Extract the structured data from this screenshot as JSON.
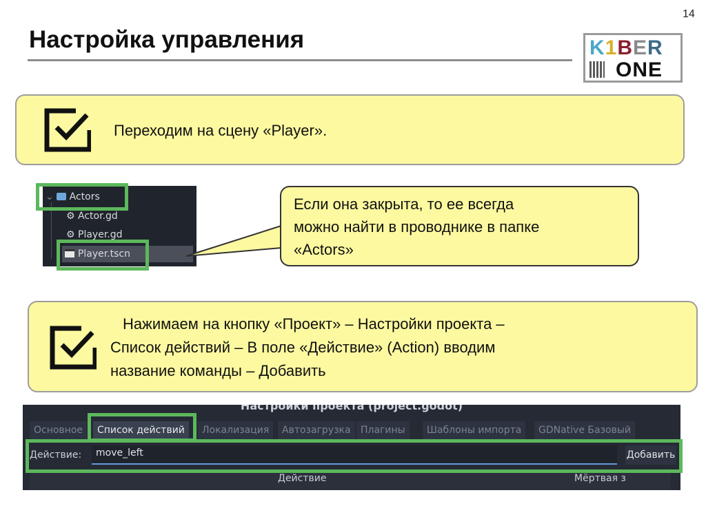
{
  "page_number": "14",
  "title": "Настройка управления",
  "logo": {
    "line1": "K1BER",
    "line2": "ONE",
    "colors": {
      "K": "#4aa8c8",
      "1": "#d9b02a",
      "B": "#8a1f2e",
      "E": "#8a8a8a",
      "R": "#3d6a8a",
      "ONE": "#111111"
    }
  },
  "step1": {
    "icon": "checkbox-checked-icon",
    "text": "Переходим на сцену «Player»."
  },
  "file_tree": {
    "items": [
      {
        "label": "Actors",
        "icon": "folder-icon",
        "expanded": true
      },
      {
        "label": "Actor.gd",
        "icon": "gear-icon"
      },
      {
        "label": "Player.gd",
        "icon": "gear-icon"
      },
      {
        "label": "Player.tscn",
        "icon": "scene-icon",
        "selected": true
      }
    ]
  },
  "callout": {
    "lines": [
      "Если она закрыта, то ее всегда",
      "можно найти в проводнике в папке",
      "«Actors»"
    ]
  },
  "step2": {
    "icon": "checkbox-checked-icon",
    "lines": [
      "Нажимаем на кнопку «Проект» – Настройки проекта –",
      "Список действий – В поле «Действие» (Action) вводим",
      "название команды – Добавить"
    ]
  },
  "project_settings": {
    "window_title": "Настройки проекта (project.godot)",
    "tabs": [
      "Основное",
      "Список действий",
      "Локализация",
      "Автозагрузка",
      "Плагины",
      "Шаблоны импорта",
      "GDNative Базовый"
    ],
    "active_tab": "Список действий",
    "action_label": "Действие:",
    "action_value": "move_left",
    "add_button": "Добавить",
    "columns": [
      "Действие",
      "Мёртвая з"
    ]
  },
  "colors": {
    "highlight": "#5cb85c",
    "note_bg": "#fcf9a0",
    "editor_bg": "#252a35"
  }
}
